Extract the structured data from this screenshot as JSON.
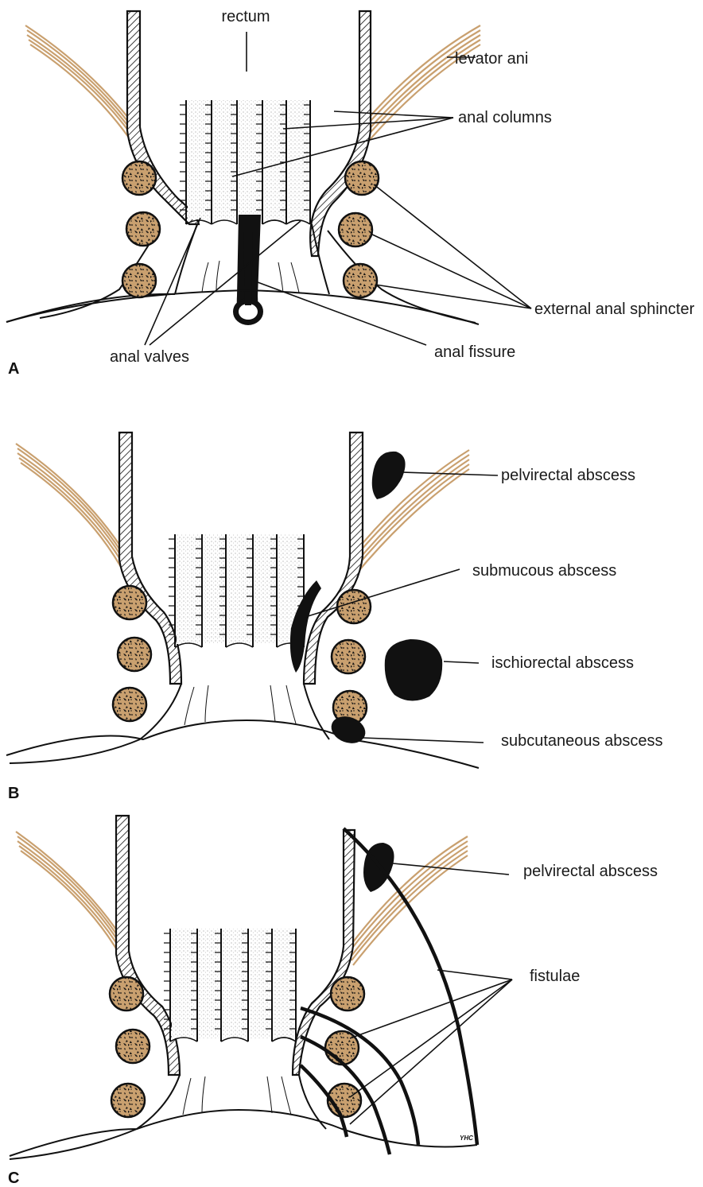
{
  "colors": {
    "ink": "#111111",
    "levator": "#c9a06f",
    "sphincter_fill": "#c9a06f",
    "stipple": "#b8b8b8",
    "abscess": "#111111"
  },
  "panels": [
    {
      "letter": "A",
      "labels": {
        "rectum": "rectum",
        "levator_ani": "levator ani",
        "anal_columns": "anal columns",
        "external_anal_sphincter": "external anal sphincter",
        "anal_valves": "anal valves",
        "anal_fissure": "anal fissure"
      }
    },
    {
      "letter": "B",
      "labels": {
        "pelvirectal_abscess": "pelvirectal abscess",
        "submucous_abscess": "submucous abscess",
        "ischiorectal_abscess": "ischiorectal abscess",
        "subcutaneous_abscess": "subcutaneous abscess"
      }
    },
    {
      "letter": "C",
      "labels": {
        "pelvirectal_abscess": "pelvirectal abscess",
        "fistulae": "fistulae"
      },
      "artist_initials": "YHC"
    }
  ]
}
